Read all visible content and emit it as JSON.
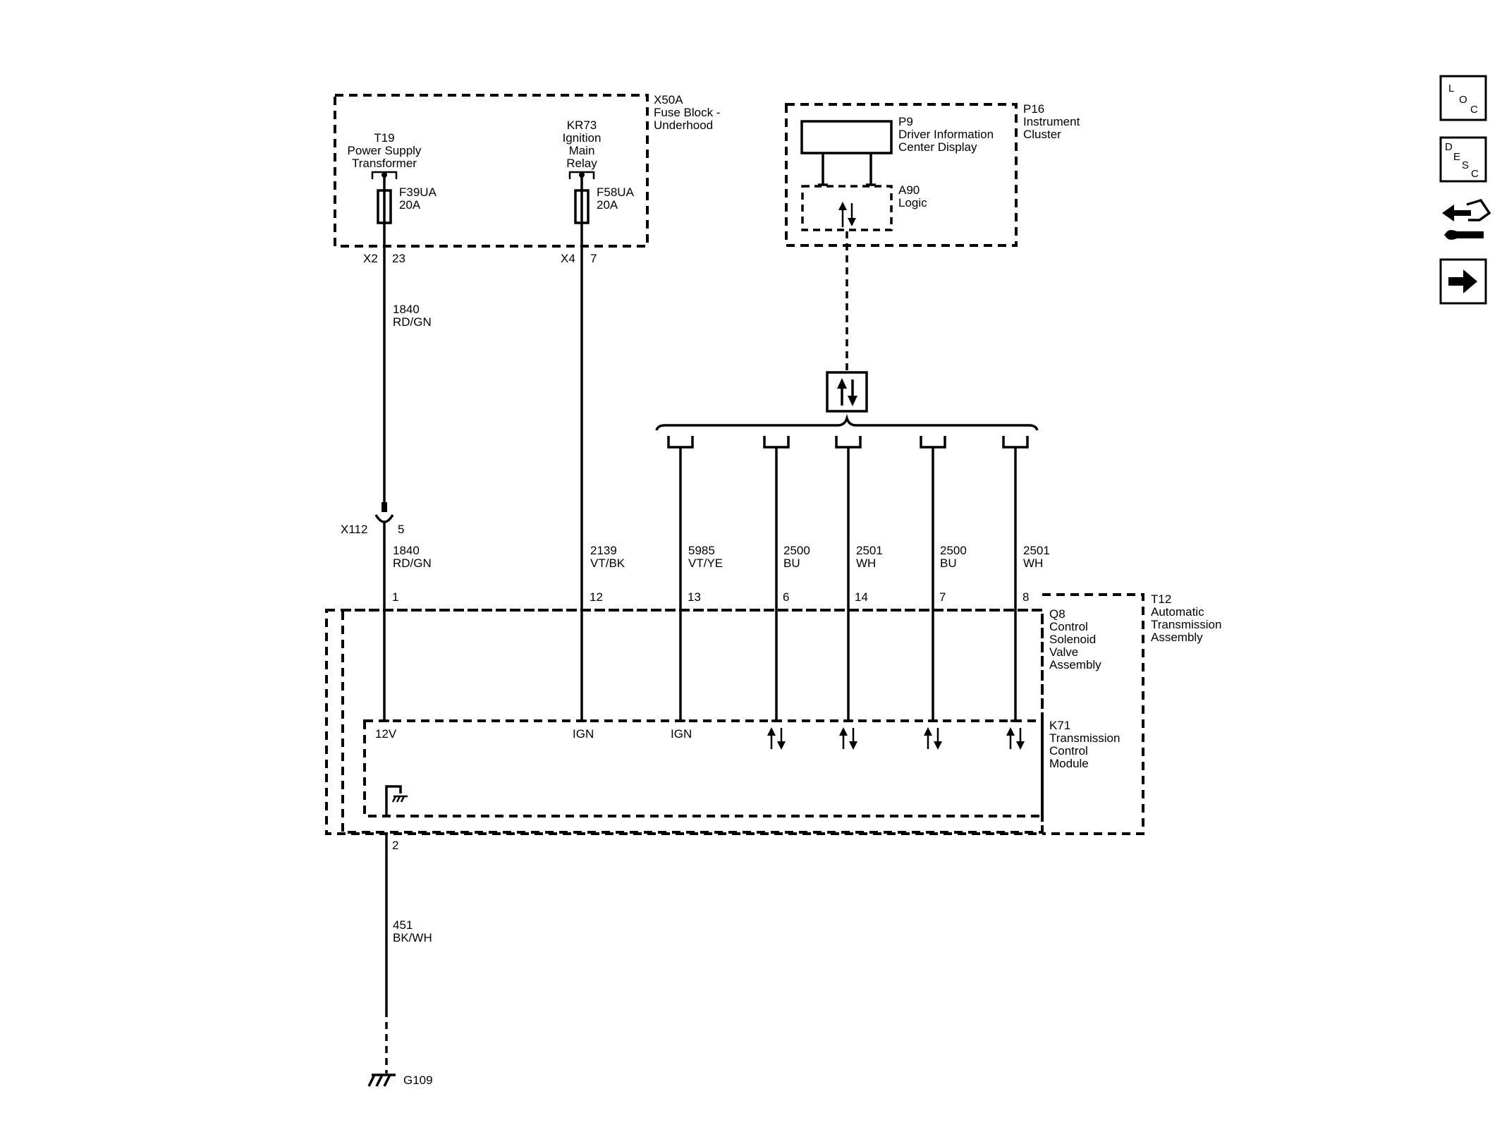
{
  "fuse_block": {
    "id": "X50A",
    "name": [
      "Fuse Block -",
      "Underhood"
    ],
    "transformer": [
      "T19",
      "Power Supply",
      "Transformer"
    ],
    "relay": [
      "KR73",
      "Ignition",
      "Main",
      "Relay"
    ],
    "fuse1": [
      "F39UA",
      "20A"
    ],
    "fuse2": [
      "F58UA",
      "20A"
    ],
    "conn1": {
      "connector": "X2",
      "pin": "23"
    },
    "conn2": {
      "connector": "X4",
      "pin": "7"
    }
  },
  "cluster": {
    "id": "P16",
    "name": [
      "Instrument",
      "Cluster"
    ],
    "display": [
      "P9",
      "Driver Information",
      "Center Display"
    ],
    "logic": [
      "A90",
      "Logic"
    ]
  },
  "inline_connector": {
    "id": "X112",
    "pin": "5"
  },
  "wires": [
    {
      "number": "1840",
      "color": "RD/GN"
    },
    {
      "number": "1840",
      "color": "RD/GN"
    },
    {
      "number": "2139",
      "color": "VT/BK"
    },
    {
      "number": "5985",
      "color": "VT/YE"
    },
    {
      "number": "2500",
      "color": "BU"
    },
    {
      "number": "2501",
      "color": "WH"
    },
    {
      "number": "2500",
      "color": "BU"
    },
    {
      "number": "2501",
      "color": "WH"
    },
    {
      "number": "451",
      "color": "BK/WH"
    }
  ],
  "module_pins": [
    "1",
    "12",
    "13",
    "6",
    "14",
    "7",
    "8",
    "2"
  ],
  "transmission": {
    "assembly": [
      "T12",
      "Automatic",
      "Transmission",
      "Assembly"
    ],
    "solenoid": [
      "Q8",
      "Control",
      "Solenoid",
      "Valve",
      "Assembly"
    ],
    "tcm": [
      "K71",
      "Transmission",
      "Control",
      "Module"
    ],
    "terminals": [
      "12V",
      "IGN",
      "IGN"
    ]
  },
  "ground": "G109",
  "nav": {
    "loc": [
      "L",
      "O",
      "C"
    ],
    "desc": [
      "D",
      "E",
      "S",
      "C"
    ]
  }
}
